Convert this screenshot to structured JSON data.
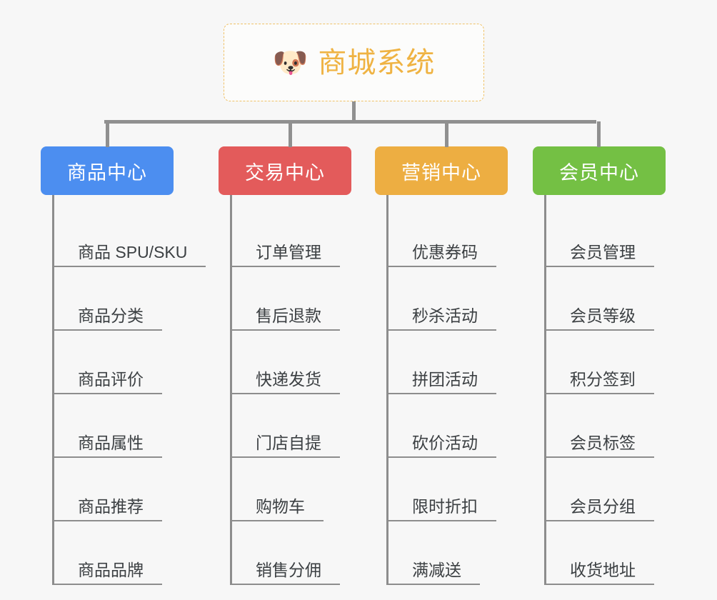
{
  "root": {
    "icon": "dog-face-icon",
    "icon_glyph": "🐶",
    "title": "商城系统",
    "color": "#efb343",
    "border_color": "#f0c268"
  },
  "connector_color": "#909090",
  "branches": [
    {
      "id": "product-center",
      "label": "商品中心",
      "color": "#4c8ef0",
      "items": [
        "商品 SPU/SKU",
        "商品分类",
        "商品评价",
        "商品属性",
        "商品推荐",
        "商品品牌"
      ]
    },
    {
      "id": "trade-center",
      "label": "交易中心",
      "color": "#e35b5b",
      "items": [
        "订单管理",
        "售后退款",
        "快递发货",
        "门店自提",
        "购物车",
        "销售分佣"
      ]
    },
    {
      "id": "marketing-center",
      "label": "营销中心",
      "color": "#edae42",
      "items": [
        "优惠券码",
        "秒杀活动",
        "拼团活动",
        "砍价活动",
        "限时折扣",
        "满减送"
      ]
    },
    {
      "id": "member-center",
      "label": "会员中心",
      "color": "#74c044",
      "items": [
        "会员管理",
        "会员等级",
        "积分签到",
        "会员标签",
        "会员分组",
        "收货地址"
      ]
    }
  ]
}
